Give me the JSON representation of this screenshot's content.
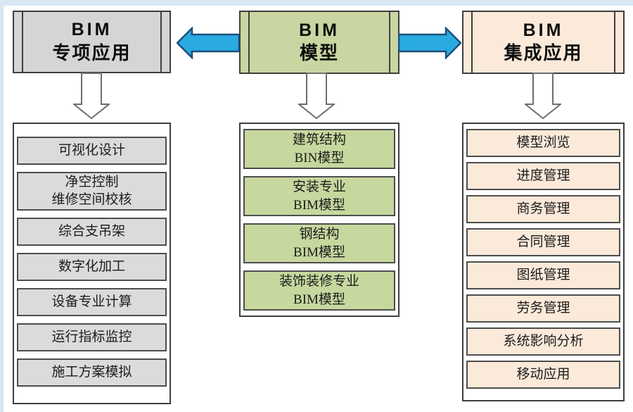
{
  "colors": {
    "edge_blue": "#d9e7f4",
    "outer_border": "#3f3f3f",
    "item_border": "#4d4d4d",
    "left_header_fill": "#d5d5d5",
    "left_item_fill": "#dbdbdb",
    "middle_header_fill": "#c9d6a2",
    "middle_item_fill": "#c6d89e",
    "right_fill": "#fbe9d9",
    "arrow_blue": "#29abe2",
    "arrow_navy": "#1f4e79",
    "down_arrow_outline": "#6e6e6e"
  },
  "icons": {
    "blue_arrow_left": "arrow-left-icon",
    "blue_arrow_right": "arrow-right-icon",
    "down_arrow": "down-arrow-icon"
  },
  "columns": [
    {
      "id": "special-applications",
      "header": {
        "line1": "BIM",
        "line2": "专项应用"
      },
      "items": [
        {
          "lines": [
            "可视化设计"
          ]
        },
        {
          "lines": [
            "净空控制",
            "维修空间校核"
          ]
        },
        {
          "lines": [
            "综合支吊架"
          ]
        },
        {
          "lines": [
            "数字化加工"
          ]
        },
        {
          "lines": [
            "设备专业计算"
          ]
        },
        {
          "lines": [
            "运行指标监控"
          ]
        },
        {
          "lines": [
            "施工方案模拟"
          ]
        }
      ]
    },
    {
      "id": "bim-model",
      "header": {
        "line1": "BIM",
        "line2": "模型"
      },
      "items": [
        {
          "lines": [
            "建筑结构",
            "BIN模型"
          ]
        },
        {
          "lines": [
            "安装专业",
            "BIM模型"
          ]
        },
        {
          "lines": [
            "钢结构",
            "BIM模型"
          ]
        },
        {
          "lines": [
            "装饰装修专业",
            "BIM模型"
          ]
        }
      ]
    },
    {
      "id": "integrated-applications",
      "header": {
        "line1": "BIM",
        "line2": "集成应用"
      },
      "items": [
        {
          "lines": [
            "模型浏览"
          ]
        },
        {
          "lines": [
            "进度管理"
          ]
        },
        {
          "lines": [
            "商务管理"
          ]
        },
        {
          "lines": [
            "合同管理"
          ]
        },
        {
          "lines": [
            "图纸管理"
          ]
        },
        {
          "lines": [
            "劳务管理"
          ]
        },
        {
          "lines": [
            "系统影响分析"
          ]
        },
        {
          "lines": [
            "移动应用"
          ]
        }
      ]
    }
  ]
}
